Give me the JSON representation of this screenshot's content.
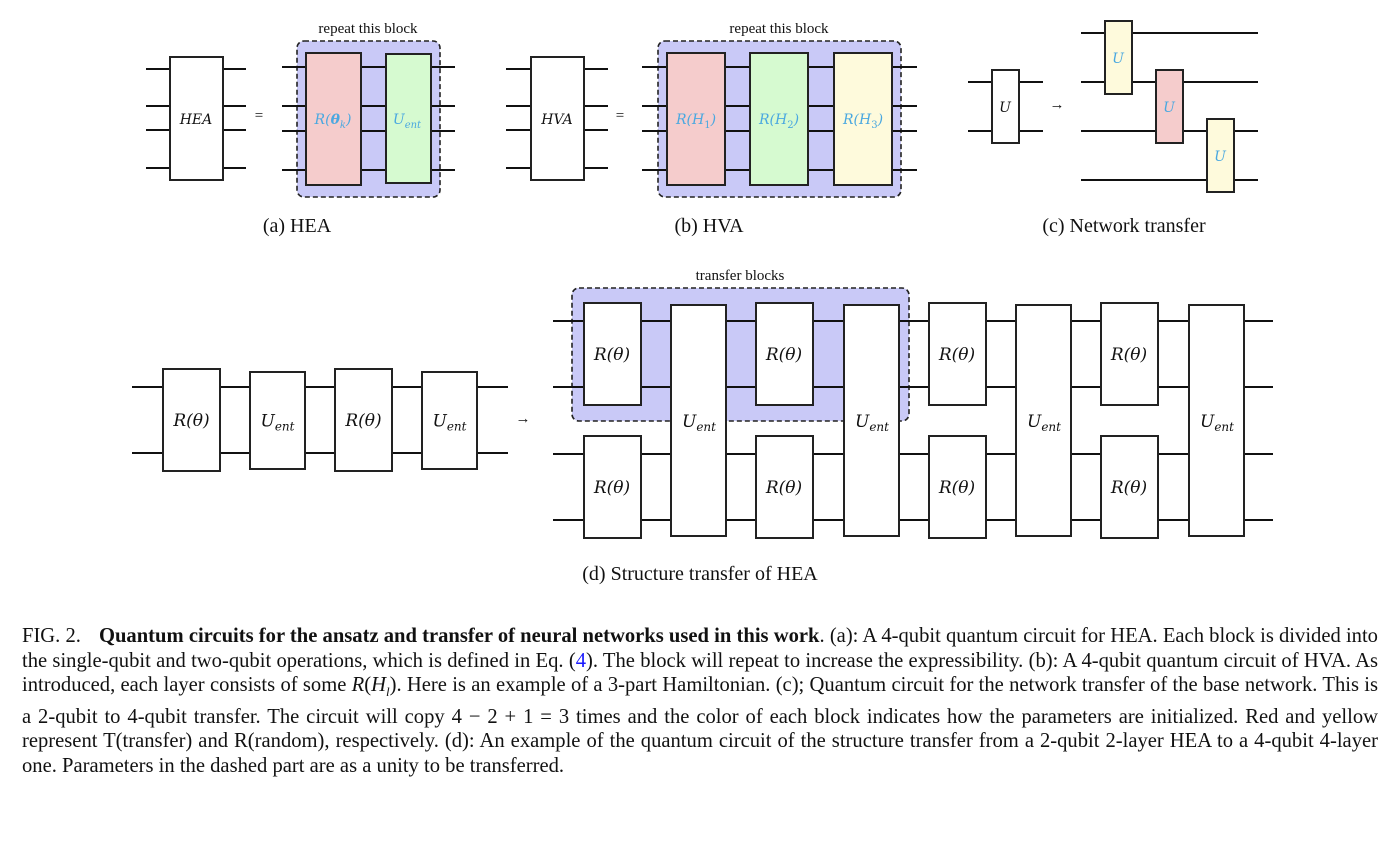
{
  "panels": {
    "a": {
      "caption": "(a) HEA",
      "block_label": "HEA",
      "equals": "=",
      "repeat_label": "repeat this block",
      "gates": [
        {
          "label": "R(θk)",
          "color": "#f5cccc"
        },
        {
          "label": "Uent",
          "color": "#d6fad0"
        }
      ]
    },
    "b": {
      "caption": "(b) HVA",
      "block_label": "HVA",
      "equals": "=",
      "repeat_label": "repeat this block",
      "gates": [
        {
          "label": "R(H1)",
          "color": "#f5cccc"
        },
        {
          "label": "R(H2)",
          "color": "#d6fad0"
        },
        {
          "label": "R(H3)",
          "color": "#fefadc"
        }
      ]
    },
    "c": {
      "caption": "(c) Network transfer",
      "base_gate": "U",
      "arrow": "→",
      "gates": [
        {
          "label": "U",
          "color": "#fefadc",
          "init": "R"
        },
        {
          "label": "U",
          "color": "#f5cccc",
          "init": "T"
        },
        {
          "label": "U",
          "color": "#fefadc",
          "init": "R"
        }
      ]
    },
    "d": {
      "caption": "(d) Structure transfer of HEA",
      "arrow": "→",
      "transfer_label": "transfer blocks",
      "source_gates": [
        "R(θ)",
        "Uent",
        "R(θ)",
        "Uent"
      ],
      "rotation_label": "R(θ)",
      "entangler_label": "Uent"
    }
  },
  "colors": {
    "highlight": "#c9c9f7",
    "label_blue": "#4aa8e0",
    "reference_link": "#1a1aff"
  },
  "caption": {
    "fig_number": "FIG. 2.",
    "title": "Quantum circuits for the ansatz and transfer of neural networks used in this work",
    "t1": ". (a): A 4-qubit quantum circuit for HEA. Each block is divided into the single-qubit and two-qubit operations, which is defined in Eq. (",
    "ref": "4",
    "t2": "). The block will repeat to increase the expressibility. (b): A 4-qubit quantum circuit of HVA. As introduced, each layer consists of some ",
    "math": "R(Hl)",
    "t3": ". Here is an example of a 3-part Hamiltonian. (c); Quantum circuit for the network transfer of the base network. This is a 2-qubit to 4-qubit transfer. The circuit will copy 4 − 2 + 1 = 3 times and the color of each block indicates how the parameters are initialized. Red and yellow represent T(transfer) and R(random), respectively. (d): An example of the quantum circuit of the structure transfer from a 2-qubit 2-layer HEA to a 4-qubit 4-layer one. Parameters in the dashed part are as a unity to be transferred."
  }
}
